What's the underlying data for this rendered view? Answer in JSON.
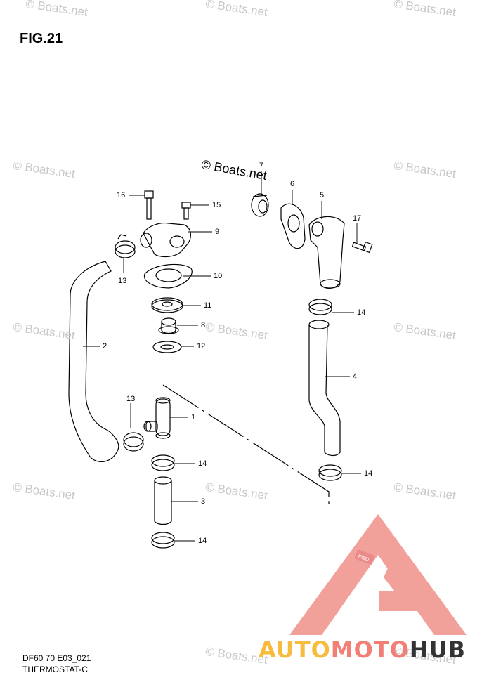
{
  "figure": {
    "title": "FIG.21"
  },
  "footer": {
    "code": "DF60 70 E03_021",
    "name": "THERMOSTAT-C"
  },
  "watermark": {
    "text": "© Boats.net"
  },
  "brand": {
    "part1": "AUTO",
    "part2": "MOTO",
    "part3": "HUB",
    "colors": {
      "auto": "#f7bc3d",
      "moto": "#f17f76",
      "hub": "#333333",
      "triangle": "#f2a09a"
    }
  },
  "fwd_tag": "FWD",
  "callouts": [
    "16",
    "15",
    "9",
    "13",
    "10",
    "11",
    "8",
    "12",
    "2",
    "7",
    "6",
    "5",
    "17",
    "14",
    "4",
    "13",
    "1",
    "14",
    "3",
    "14",
    "14"
  ]
}
